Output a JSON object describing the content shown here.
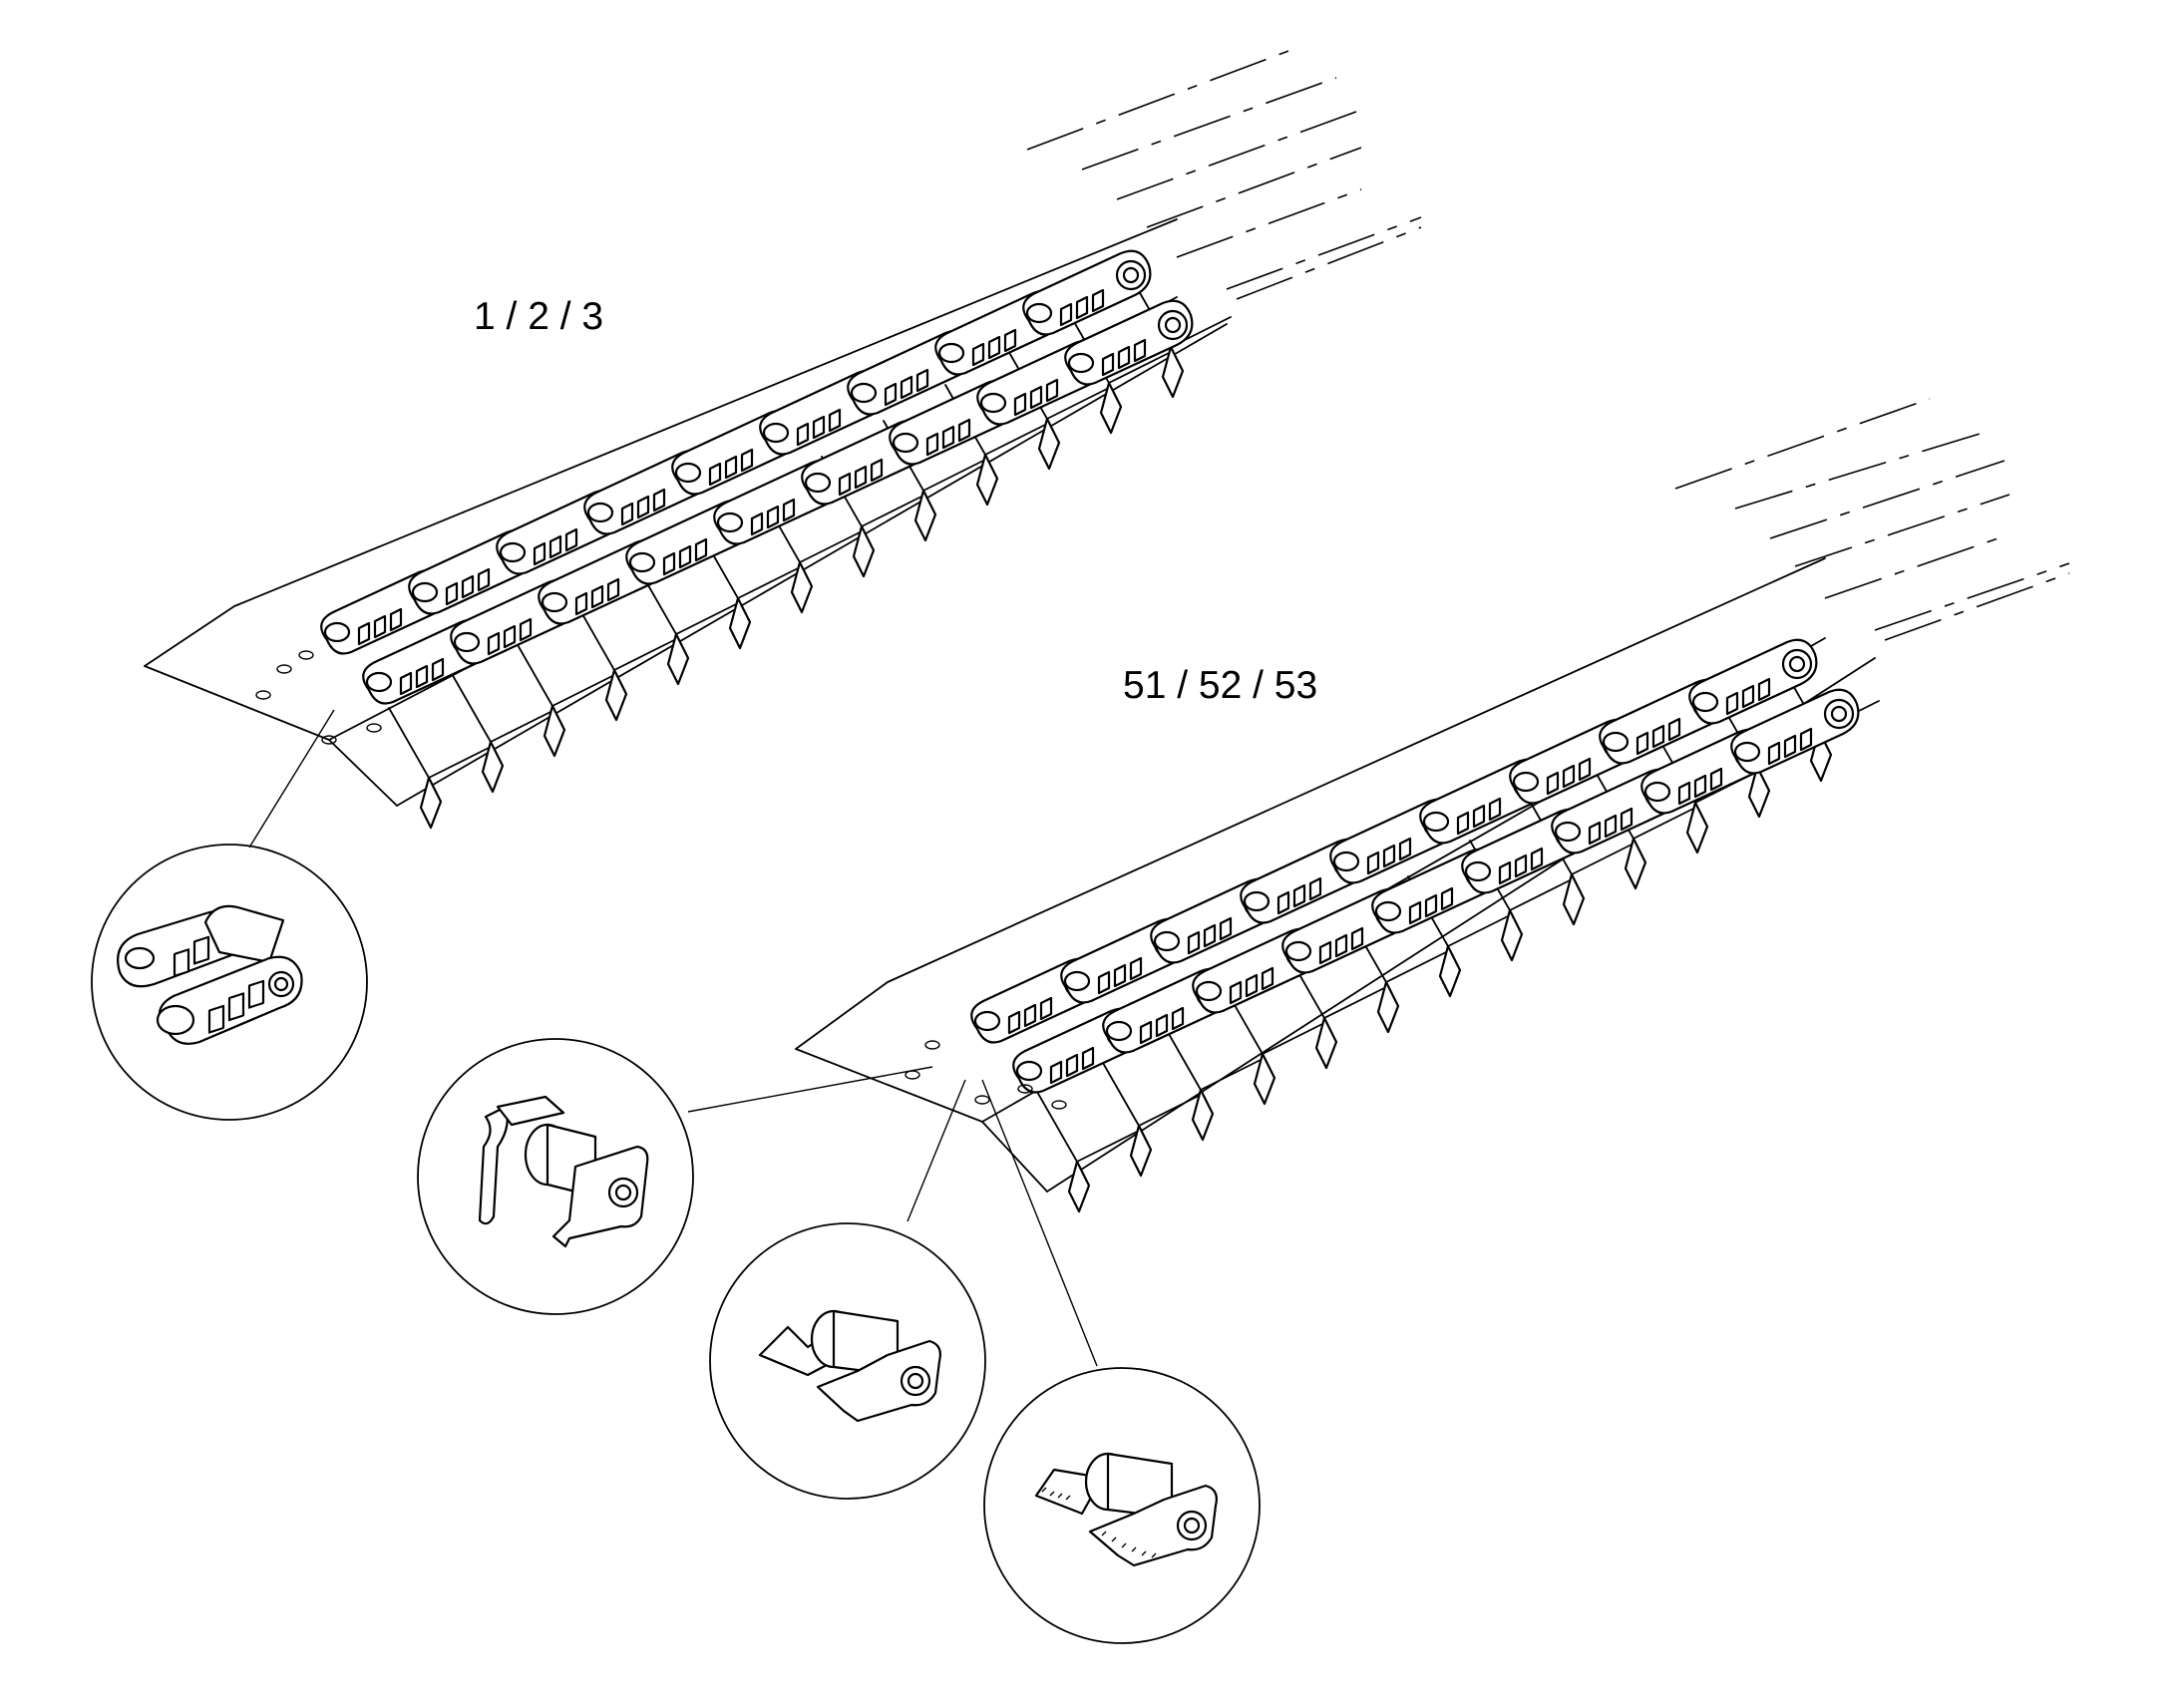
{
  "labels": {
    "top_assembly": "1 / 2 / 3",
    "bottom_assembly": "51 / 52 / 53"
  },
  "icons": {
    "top_assembly": "chain-track-assembly",
    "bottom_assembly": "chain-track-assembly",
    "detail_1": "chain-link-detail",
    "detail_2": "chain-pin-detail",
    "detail_3": "chain-pin-detail",
    "detail_4": "chain-pin-detail"
  },
  "colors": {
    "line": "#000000",
    "background": "#ffffff"
  }
}
